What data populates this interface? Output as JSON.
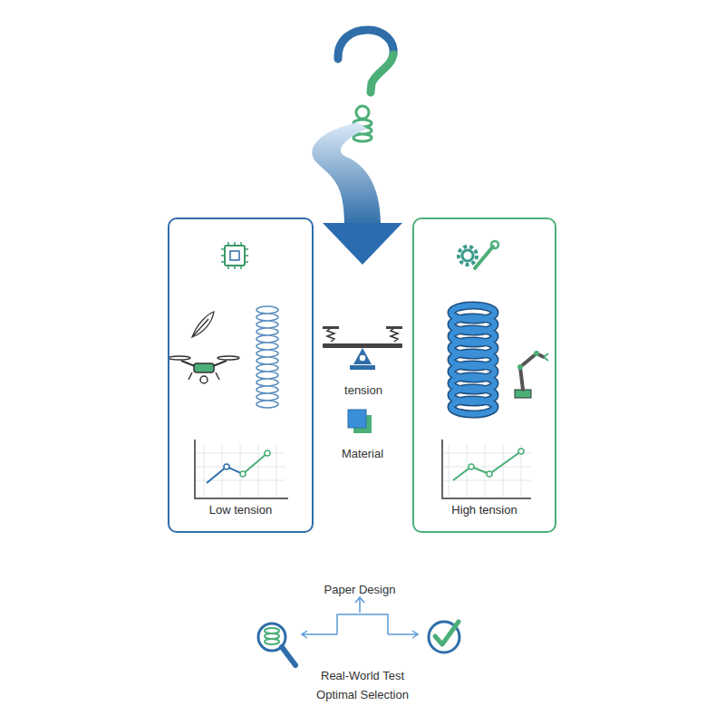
{
  "diagram": {
    "nodes": [
      {
        "text": [
          "Low tension"
        ]
      },
      {
        "text": [
          "High tension"
        ]
      }
    ],
    "labels": [
      "tension",
      "Material",
      "Paper Design",
      "Real-World Test",
      "Optimal Selection"
    ]
  }
}
